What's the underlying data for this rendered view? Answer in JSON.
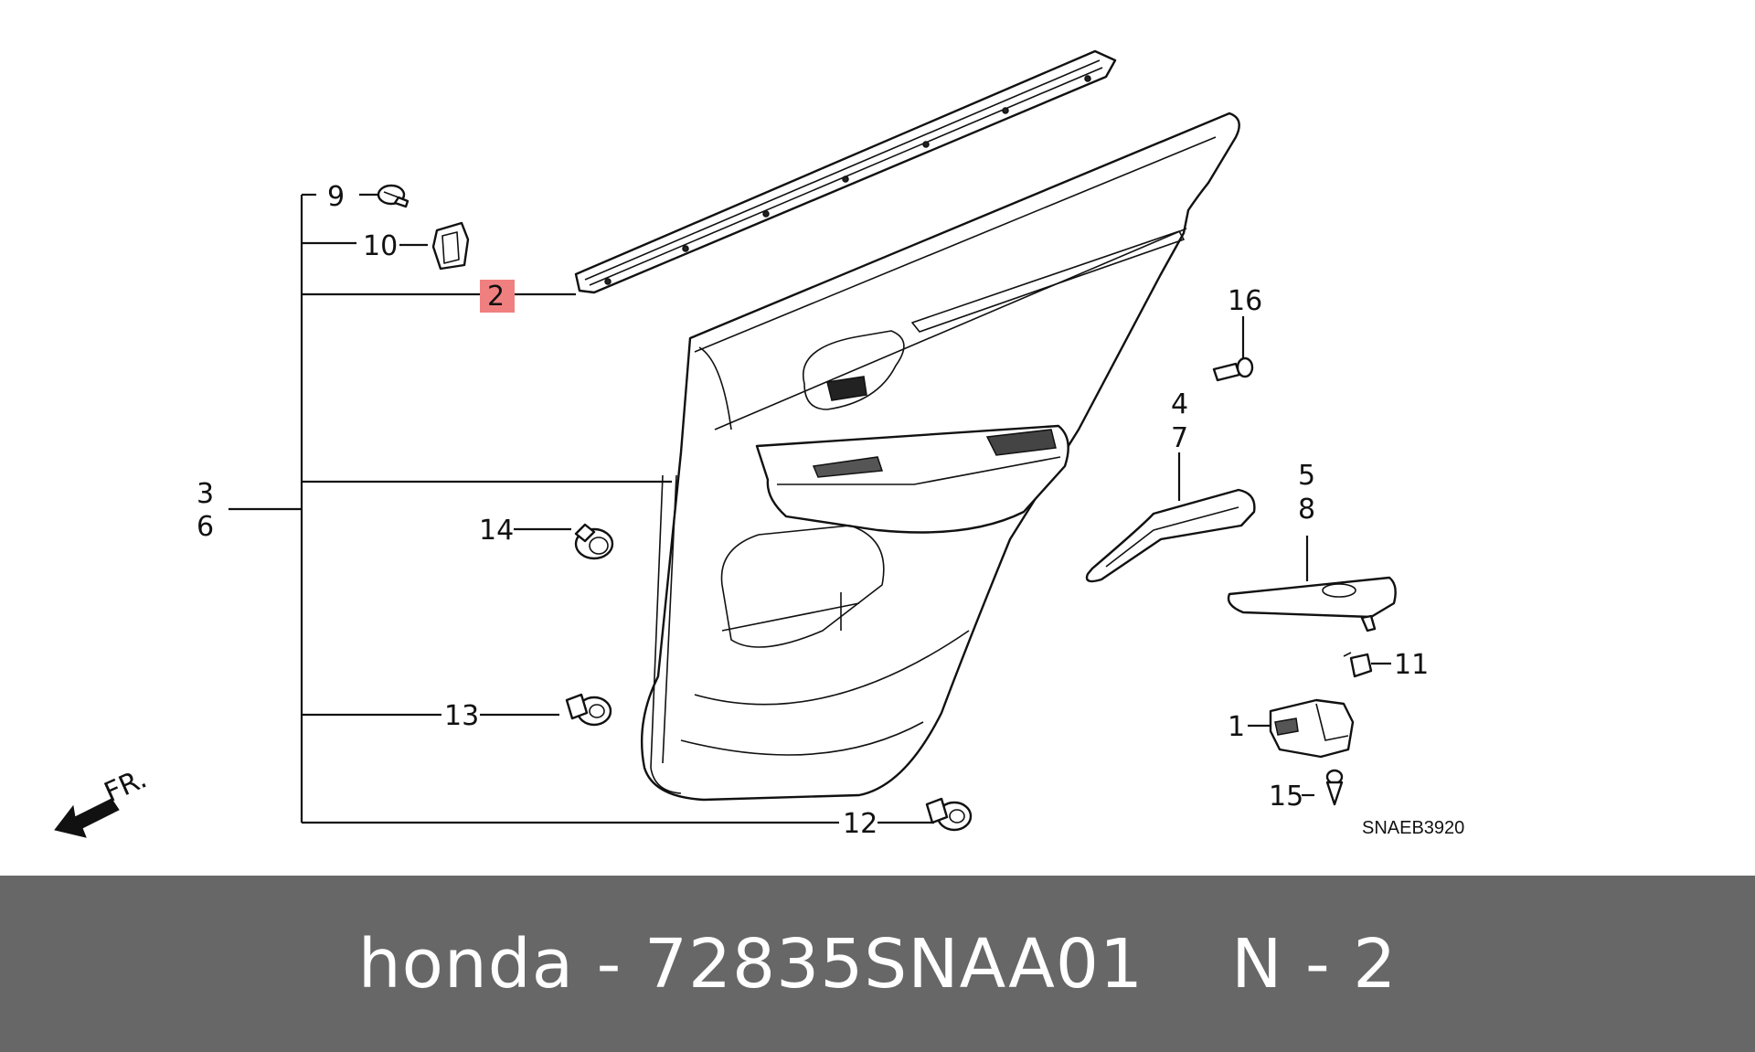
{
  "diagram": {
    "labels": {
      "p9": "9",
      "p10": "10",
      "p2": "2",
      "p3": "3",
      "p6": "6",
      "p14": "14",
      "p13": "13",
      "p12": "12",
      "p16": "16",
      "p4": "4",
      "p7": "7",
      "p5": "5",
      "p8": "8",
      "p11": "11",
      "p1": "1",
      "p15": "15"
    },
    "highlighted_label": "2",
    "highlight_color": "#f08080",
    "front_arrow_label": "FR.",
    "diagram_code": "SNAEB3920"
  },
  "footer": {
    "brand": "honda",
    "separator": "-",
    "part_number": "72835SNAA01",
    "position_text": "N - 2",
    "background": "#676767"
  }
}
